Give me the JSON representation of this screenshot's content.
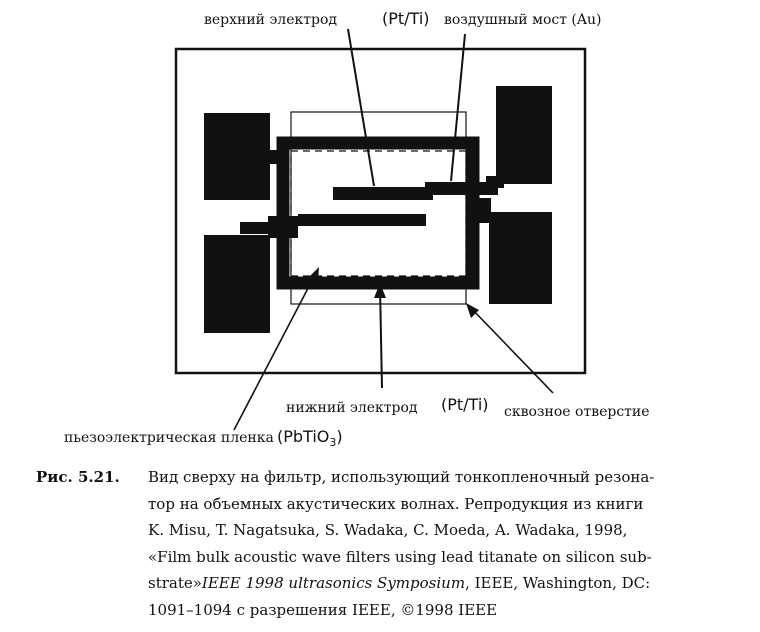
{
  "labels": {
    "top_electrode": "верхний электрод",
    "top_material": "(Pt/Ti)",
    "air_bridge": "воздушный мост (Au)",
    "bottom_electrode": "нижний электрод",
    "bottom_material": "(Pt/Ti)",
    "via_hole": "сквозное отверстие",
    "piezo_film": "пьезоэлектрическая пленка",
    "piezo_material_prefix": "(PbTiO",
    "piezo_material_sub": "3",
    "piezo_material_suffix": ")"
  },
  "caption": {
    "number": "Рис. 5.21.",
    "line1": "Вид сверху на фильтр, использующий тонкопленочный резона-",
    "line2": "тор на объемных акустических волнах. Репродукция из книги",
    "line3": "K. Misu, T. Nagatsuka, S. Wadaka, C. Moeda, A. Wadaka, 1998,",
    "line4": "«Film bulk acoustic wave filters using lead titanate on silicon sub-",
    "line5_quote": "strate»",
    "line5_italic": "IEEE 1998 ultrasonics Symposium",
    "line5_rest": ", IEEE, Washington, DC:",
    "line6": "1091–1094 с разрешения IEEE, ©1998 IEEE"
  }
}
